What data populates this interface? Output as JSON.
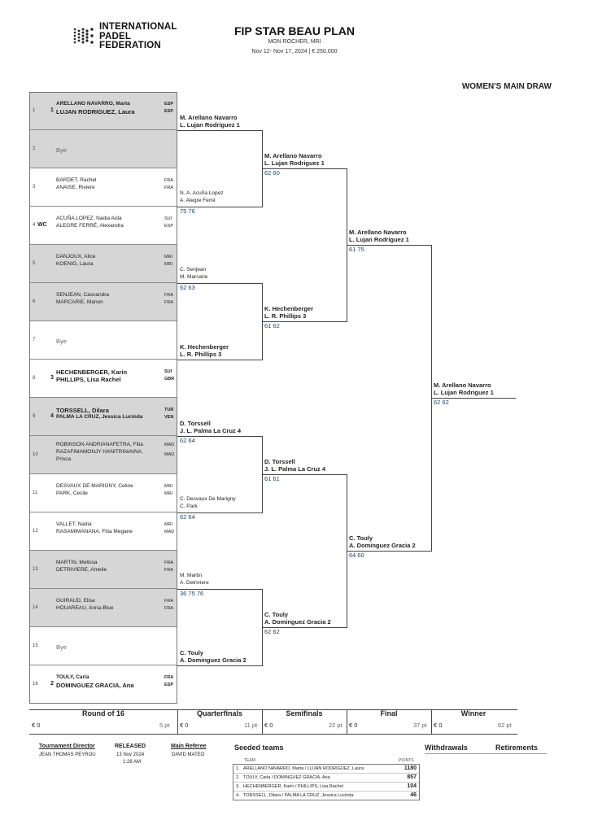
{
  "header": {
    "org_line1": "INTERNATIONAL",
    "org_line2": "PADEL",
    "org_line3": "FEDERATION",
    "title": "FIP STAR BEAU PLAN",
    "venue": "MON ROCHER, MRI",
    "dates": "Nov 12- Nov 17, 2024  |  € 250,000",
    "draw_title": "WOMEN'S MAIN DRAW"
  },
  "entries": [
    {
      "no": "1",
      "seed": "1",
      "p1": "ARELLANO NAVARRO, Marta",
      "c1": "ESP",
      "p2": "LUJAN RODRIGUEZ, Laura",
      "c2": "ESP"
    },
    {
      "no": "2",
      "bye": "Bye"
    },
    {
      "no": "3",
      "p1": "BARDET, Rachel",
      "c1": "FRA",
      "p2": "ANAISE, Riviere",
      "c2": "FRA"
    },
    {
      "no": "4",
      "seed": "WC",
      "p1": "ACUÑA LOPEZ, Nadia Aida",
      "c1": "SUI",
      "p2": "ALEGRE FERRÉ, Alexandra",
      "c2": "ESP"
    },
    {
      "no": "5",
      "p1": "DANJOUX, Alice",
      "c1": "MRI",
      "p2": "KOENIG, Laura",
      "c2": "MRI"
    },
    {
      "no": "6",
      "p1": "SENJEAN, Cassandra",
      "c1": "FRA",
      "p2": "MARCARIE, Manon",
      "c2": "FRA"
    },
    {
      "no": "7",
      "bye": "Bye"
    },
    {
      "no": "8",
      "seed": "3",
      "p1": "HECHENBERGER, Karin",
      "c1": "SUI",
      "p2": "PHILLIPS, Lisa Rachel",
      "c2": "GBR"
    },
    {
      "no": "9",
      "seed": "4",
      "p1": "TORSSELL, Dilara",
      "c1": "TUR",
      "p2": "PALMA LA CRUZ, Jessica Lucinda",
      "c2": "VEN"
    },
    {
      "no": "10",
      "p1": "ROBINSON ANDRIANAFETRA, Fitia",
      "c1": "MAD",
      "p2": "RAZAFIMAMONJY HANITRINIAINA,",
      "p2b": "Prisca",
      "c2": "MAD"
    },
    {
      "no": "11",
      "p1": "DESVAUX DE MARIGNY, Celine",
      "c1": "MRI",
      "p2": "PARK, Cecile",
      "c2": "MRI"
    },
    {
      "no": "12",
      "p1": "VALLET, Nadia",
      "c1": "MRI",
      "p2": "RASAMIMANANA, Fitia Megane",
      "c2": "MAD"
    },
    {
      "no": "13",
      "p1": "MARTIN, Melissa",
      "c1": "FRA",
      "p2": "DETRIVIERE, Amelie",
      "c2": "FRA"
    },
    {
      "no": "14",
      "p1": "GUIRAUD, Elisa",
      "c1": "FRA",
      "p2": "HOUAREAU, Anna-Blue",
      "c2": "FRA"
    },
    {
      "no": "15",
      "bye": "Bye"
    },
    {
      "no": "16",
      "seed": "2",
      "p1": "TOULY, Carla",
      "c1": "FRA",
      "p2": "DOMINGUEZ GRACIA, Ana",
      "c2": "ESP"
    }
  ],
  "r16": [
    {
      "a": "M. Arellano Navarro",
      "b": "L. Lujan Rodriguez  1",
      "score": ""
    },
    {
      "a": "N. A. Acuña Lopez",
      "b": "A. Alegre Ferré",
      "score": "75 76"
    },
    {
      "a": "C. Senjean",
      "b": "M. Marcarie",
      "score": "62 63"
    },
    {
      "a": "K. Hechenberger",
      "b": "L. R. Phillips  3",
      "score": ""
    },
    {
      "a": "D. Torssell",
      "b": "J. L. Palma La Cruz  4",
      "score": "62 64"
    },
    {
      "a": "C. Desvaux De Marigny",
      "b": "C. Park",
      "score": "62 64"
    },
    {
      "a": "M. Martin",
      "b": "A. Detriviere",
      "score": "36 75 76"
    },
    {
      "a": "C. Touly",
      "b": "A. Dominguez Gracia  2",
      "score": ""
    }
  ],
  "qf": [
    {
      "a": "M. Arellano Navarro",
      "b": "L. Lujan Rodriguez  1",
      "score": "62 60"
    },
    {
      "a": "K. Hechenberger",
      "b": "L. R. Phillips  3",
      "score": "61 62"
    },
    {
      "a": "D. Torssell",
      "b": "J. L. Palma La Cruz  4",
      "score": "61 61"
    },
    {
      "a": "C. Touly",
      "b": "A. Dominguez Gracia  2",
      "score": "62 62"
    }
  ],
  "sf": [
    {
      "a": "M. Arellano Navarro",
      "b": "L. Lujan Rodriguez  1",
      "score": "61 75"
    },
    {
      "a": "C. Touly",
      "b": "A. Dominguez Gracia  2",
      "score": "64 60"
    }
  ],
  "final": {
    "a": "M. Arellano Navarro",
    "b": "L. Lujan Rodriguez  1",
    "score": "62 62"
  },
  "rounds": [
    {
      "label": "Round of 16",
      "prize": "€ 0",
      "pts": "5 pt"
    },
    {
      "label": "Quarterfinals",
      "prize": "€ 0",
      "pts": "11 pt"
    },
    {
      "label": "Semifinals",
      "prize": "€ 0",
      "pts": "22 pt"
    },
    {
      "label": "Final",
      "prize": "€ 0",
      "pts": "37 pt"
    },
    {
      "label": "Winner",
      "prize": "€ 0",
      "pts": "62 pt"
    }
  ],
  "footer": {
    "director_label": "Tournament Director",
    "director": "JEAN THOMAS PEYROU",
    "released_label": "RELEASED",
    "released_date": "13 Nov 2024",
    "released_time": "1:28 AM",
    "referee_label": "Main Referee",
    "referee": "DAVID MATEO",
    "seeded_title": "Seeded teams",
    "team_col": "TEAM",
    "points_col": "POINTS",
    "withdrawals": "Withdrawals",
    "retirements": "Retirements",
    "seeds": [
      {
        "n": "1.",
        "team": "ARELLANO NAVARRO, Marta / LUJAN RODRIGUEZ, Laura",
        "pts": "1180"
      },
      {
        "n": "2.",
        "team": "TOULY, Carla / DOMINGUEZ GRACIA, Ana",
        "pts": "857"
      },
      {
        "n": "3.",
        "team": "HECHENBERGER, Karin / PHILLIPS, Lisa Rachel",
        "pts": "104"
      },
      {
        "n": "4.",
        "team": "TORSSELL, Dilara / PALMA LA CRUZ, Jessica Lucinda",
        "pts": "46"
      }
    ]
  }
}
